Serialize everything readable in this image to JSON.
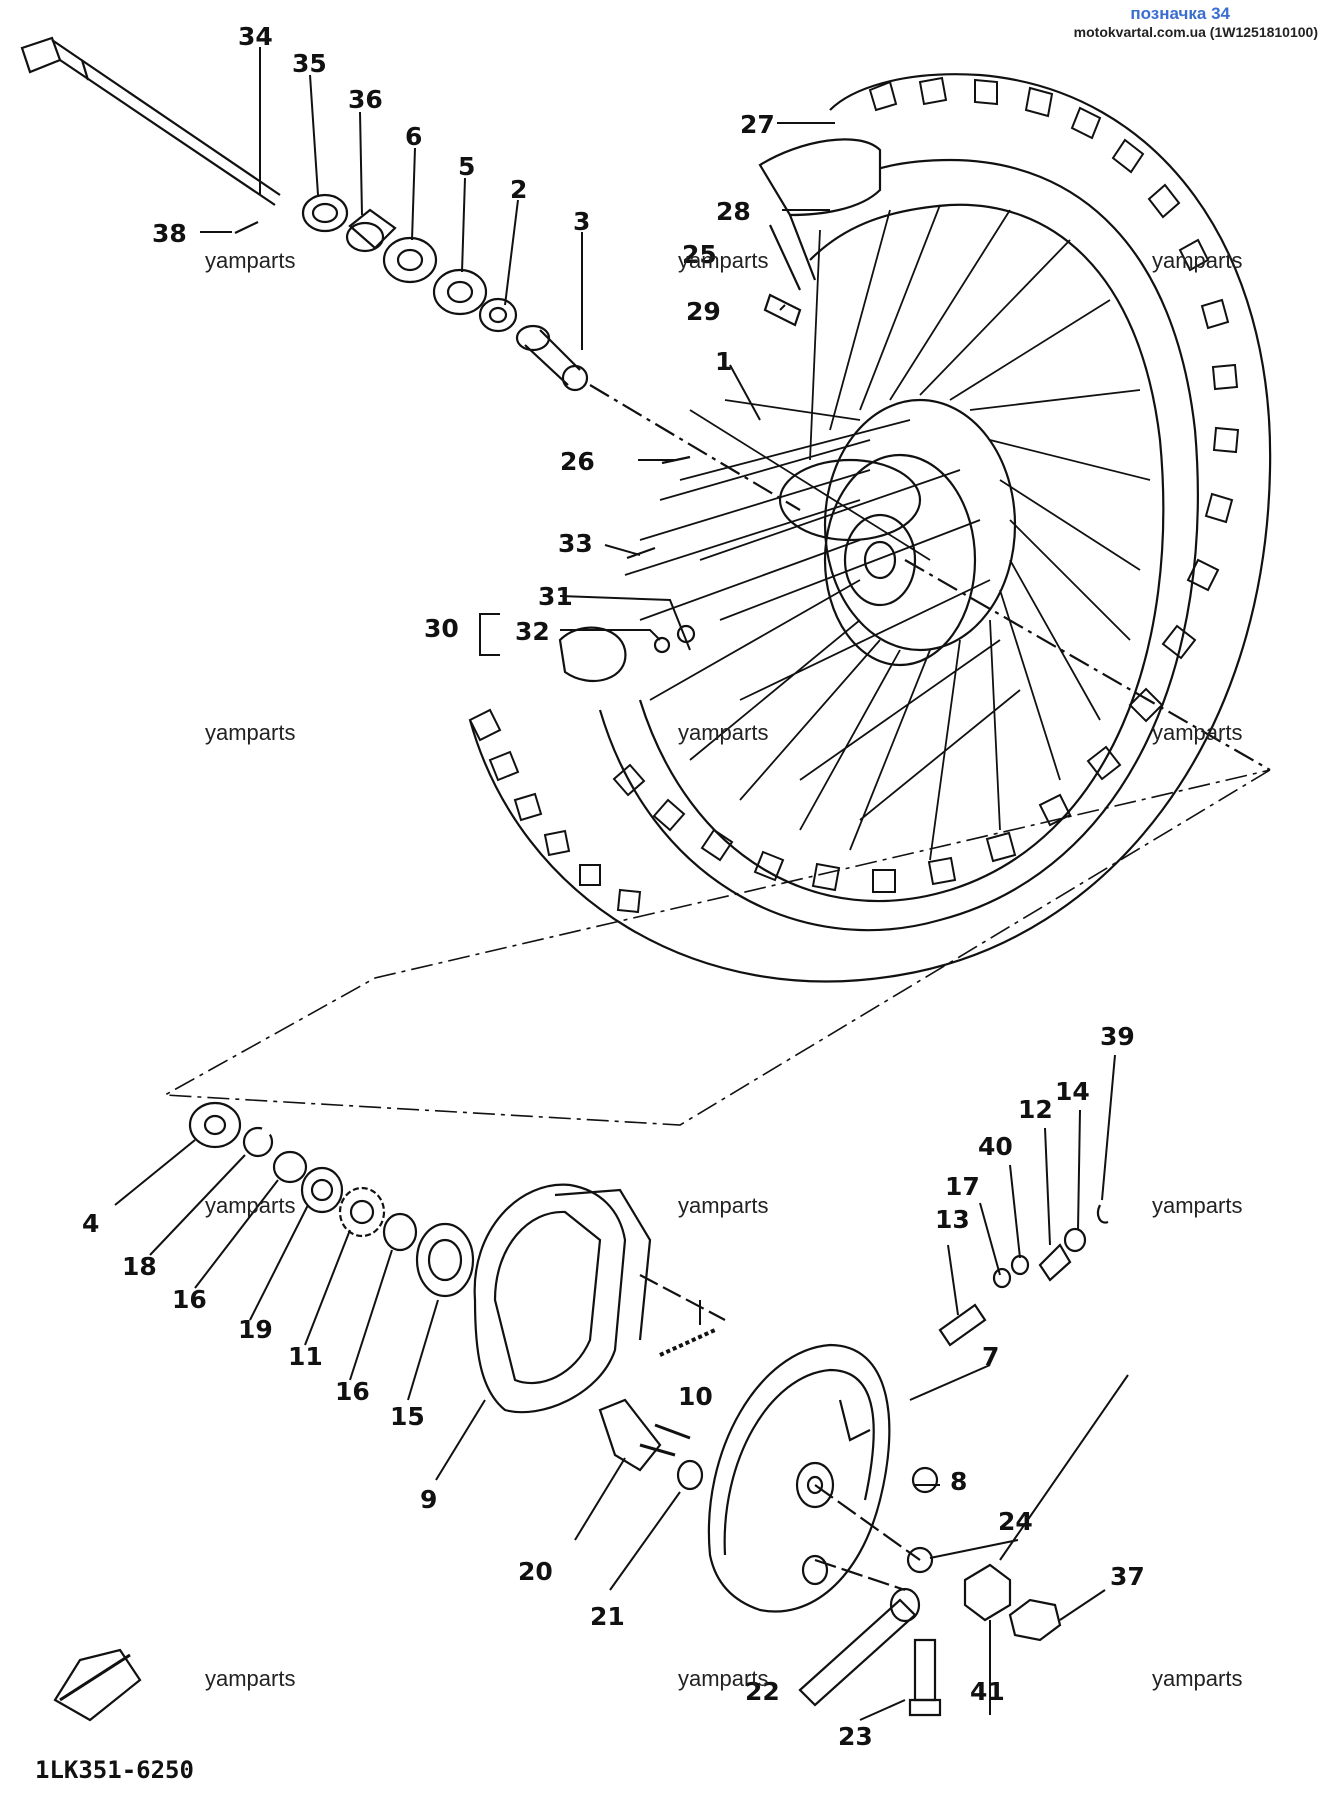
{
  "header": {
    "title": "позначка 34",
    "source": "motokvartal.com.ua (1W1251810100)"
  },
  "watermark": "yamparts",
  "diagram_code": "1LK351-6250",
  "callouts": [
    "1",
    "2",
    "3",
    "4",
    "5",
    "6",
    "7",
    "8",
    "9",
    "10",
    "11",
    "12",
    "13",
    "14",
    "15",
    "16",
    "17",
    "18",
    "19",
    "20",
    "21",
    "22",
    "23",
    "24",
    "25",
    "26",
    "27",
    "28",
    "29",
    "30",
    "31",
    "32",
    "33",
    "34",
    "35",
    "36",
    "37",
    "38",
    "39",
    "40",
    "41"
  ]
}
